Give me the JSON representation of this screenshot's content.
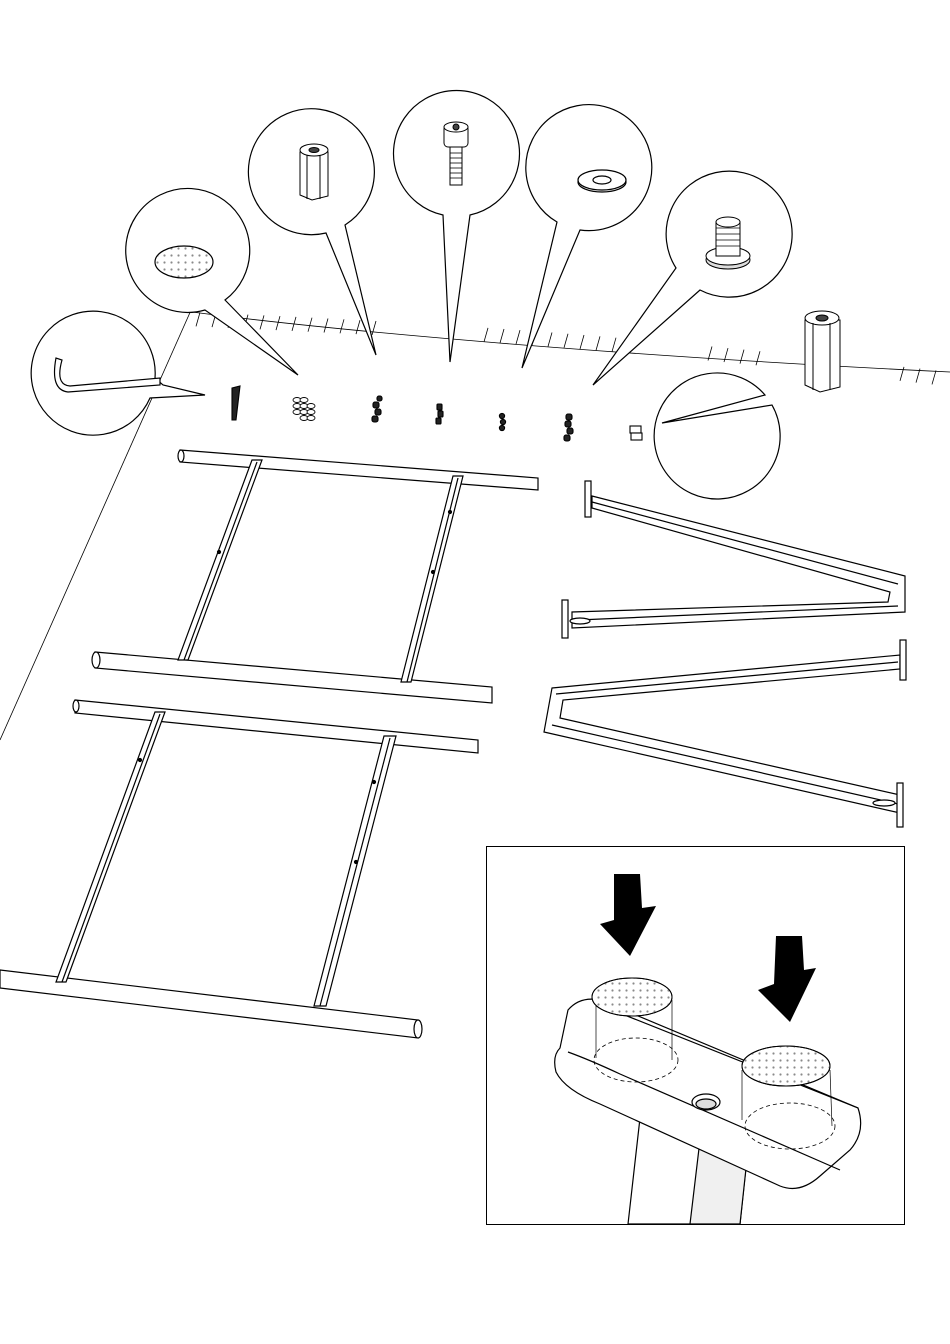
{
  "page": {
    "kind": "assembly-instruction-illustration",
    "text_content": []
  },
  "colors": {
    "ink": "#000000",
    "paper": "#ffffff",
    "shade": "#e6e6e6",
    "pad_dots": "#9a9a9a"
  },
  "hardware_callouts": [
    {
      "name": "allen-key-icon"
    },
    {
      "name": "felt-pad-icon"
    },
    {
      "name": "connector-nut-icon"
    },
    {
      "name": "cap-screw-icon"
    },
    {
      "name": "washer-icon"
    },
    {
      "name": "glide-screw-icon"
    },
    {
      "name": "long-connector-nut-icon"
    }
  ],
  "detail_inset": {
    "shows": "felt-pads-applied-to-leg-foot",
    "arrows": 2,
    "pads": 2
  }
}
